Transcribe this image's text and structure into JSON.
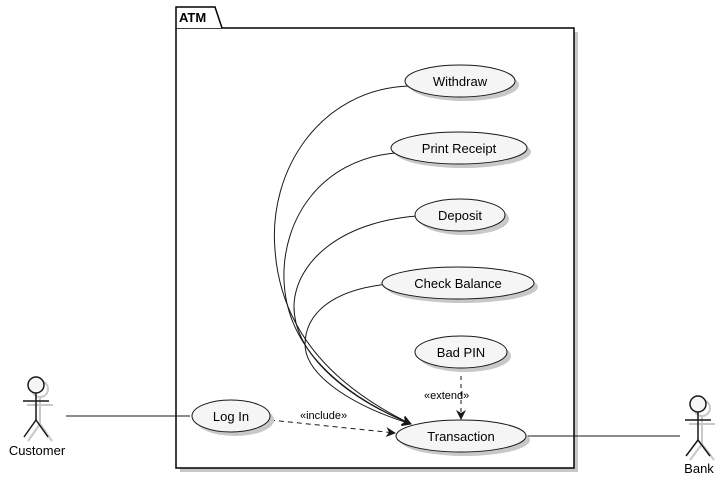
{
  "package": {
    "name": "ATM"
  },
  "actors": {
    "customer": "Customer",
    "bank": "Bank"
  },
  "use_cases": {
    "withdraw": "Withdraw",
    "print_receipt": "Print Receipt",
    "deposit": "Deposit",
    "check_balance": "Check Balance",
    "bad_pin": "Bad PIN",
    "log_in": "Log In",
    "transaction": "Transaction"
  },
  "stereotypes": {
    "include": "«include»",
    "extend": "«extend»"
  },
  "relations": [
    {
      "from": "Withdraw",
      "to": "Transaction",
      "type": "generalization"
    },
    {
      "from": "Print Receipt",
      "to": "Transaction",
      "type": "generalization"
    },
    {
      "from": "Deposit",
      "to": "Transaction",
      "type": "generalization"
    },
    {
      "from": "Check Balance",
      "to": "Transaction",
      "type": "generalization"
    },
    {
      "from": "Bad PIN",
      "to": "Transaction",
      "type": "extend"
    },
    {
      "from": "Log In",
      "to": "Transaction",
      "type": "include"
    },
    {
      "from": "Customer",
      "to": "Log In",
      "type": "association"
    },
    {
      "from": "Transaction",
      "to": "Bank",
      "type": "association"
    }
  ],
  "colors": {
    "usecase_fill": "#F5F5F5",
    "stroke": "#000000",
    "shadow": "#C8C8C8"
  }
}
